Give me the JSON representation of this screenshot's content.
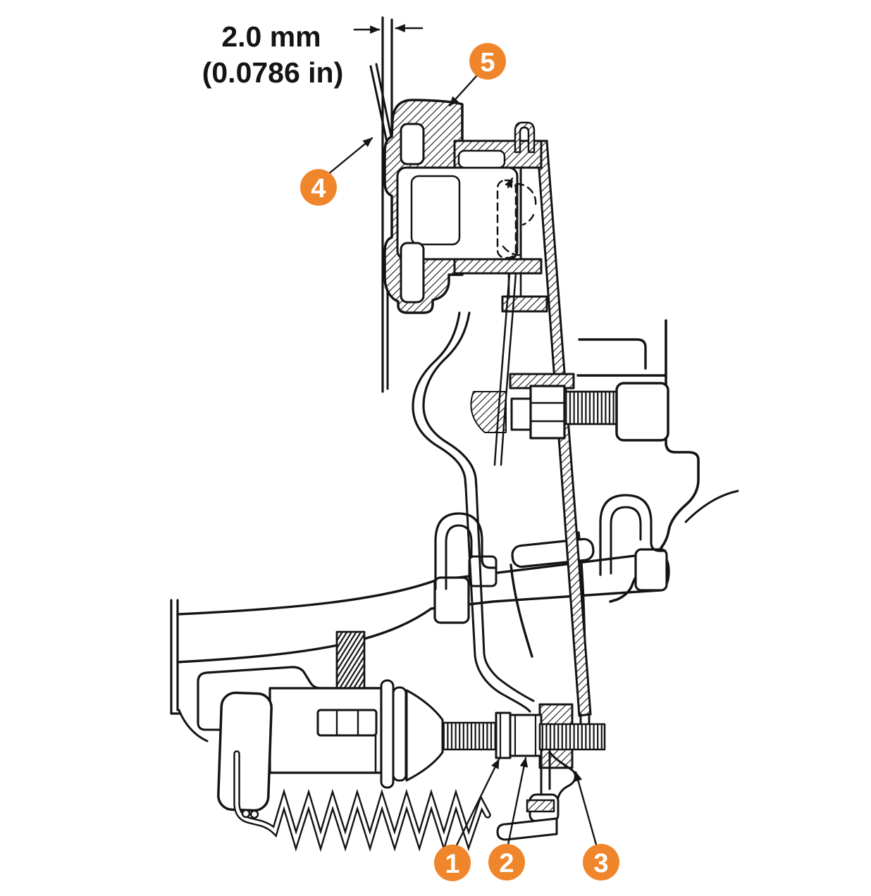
{
  "diagram": {
    "type": "service-manual-cutaway",
    "measurement": {
      "metric": "2.0 mm",
      "imperial": "(0.0786 in)"
    },
    "callouts": [
      {
        "number": "1"
      },
      {
        "number": "2"
      },
      {
        "number": "3"
      },
      {
        "number": "4"
      },
      {
        "number": "5"
      }
    ],
    "colors": {
      "callout_fill": "#F0862B",
      "callout_text": "#FFFFFF",
      "ink": "#141414",
      "background": "#FFFFFF"
    }
  }
}
